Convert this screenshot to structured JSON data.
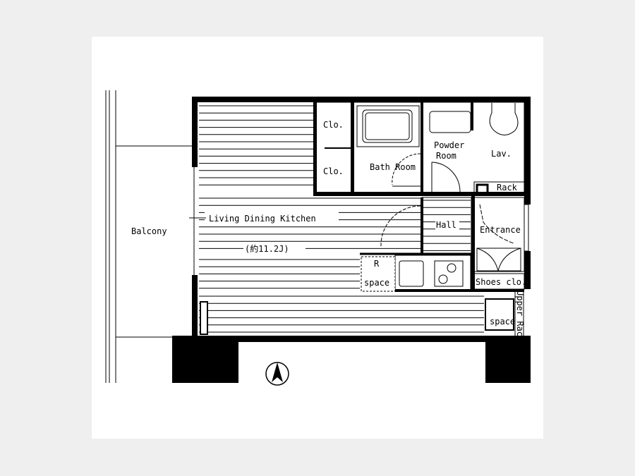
{
  "floor_plan": {
    "rooms": {
      "balcony": "Balcony",
      "ldk": "Living Dining Kitchen",
      "ldk_area": "(約11.2J)",
      "closet_1": "Clo.",
      "closet_2": "Clo.",
      "bath": "Bath Room",
      "powder_1": "Powder",
      "powder_2": "Room",
      "lav": "Lav.",
      "rack": "Rack",
      "hall": "Hall",
      "entrance": "Entrance",
      "shoes": "Shoes clo.",
      "fridge_r": "R",
      "fridge_space": "space",
      "washer_space": "space",
      "upper_rack": "Upper Rack"
    },
    "colors": {
      "wall": "#000000",
      "floor_bg": "#ffffff",
      "page_bg": "#efefef"
    }
  }
}
